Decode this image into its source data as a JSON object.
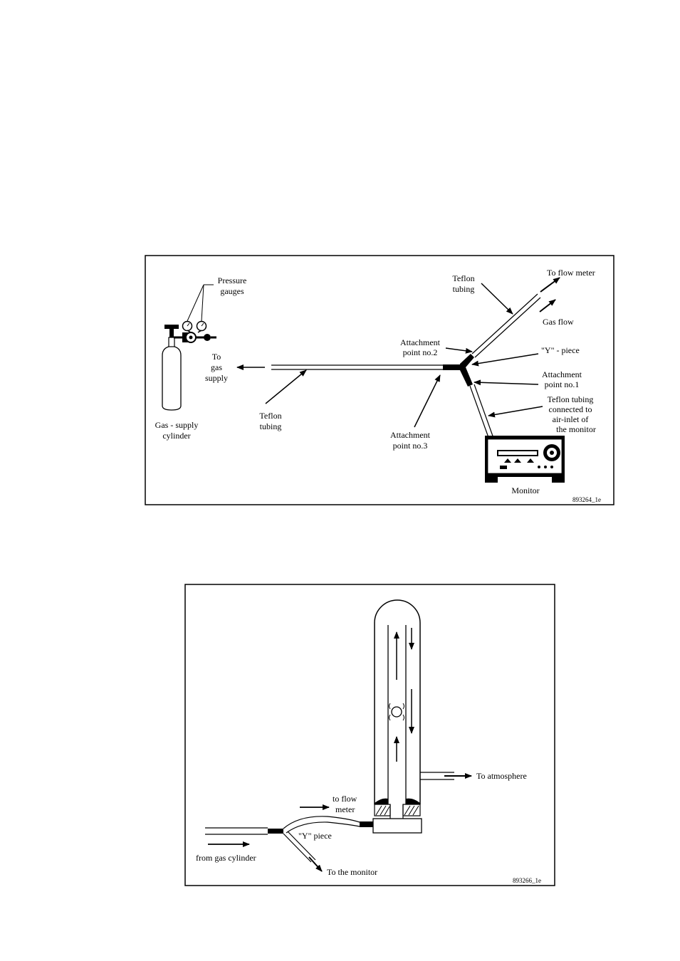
{
  "diagram1": {
    "pressure_gauges": [
      "Pressure",
      "gauges"
    ],
    "to_gas_supply": [
      "To",
      "gas",
      "supply"
    ],
    "cylinder_label": [
      "Gas - supply",
      "cylinder"
    ],
    "teflon_left": [
      "Teflon",
      "tubing"
    ],
    "teflon_top": [
      "Teflon",
      "tubing"
    ],
    "to_flow_meter": "To flow meter",
    "gas_flow": "Gas flow",
    "attach2": [
      "Attachment",
      "point no.2"
    ],
    "y_piece": "\"Y\" - piece",
    "attach1": [
      "Attachment",
      "point no.1"
    ],
    "teflon_monitor": [
      "Teflon tubing",
      "connected to",
      "air-inlet of",
      "the monitor"
    ],
    "attach3": [
      "Attachment",
      "point no.3"
    ],
    "monitor": "Monitor",
    "figure_id": "893264_1e"
  },
  "diagram2": {
    "to_atmosphere": "To atmosphere",
    "to_flow_meter": [
      "to flow",
      "meter"
    ],
    "y_piece": "\"Y\" piece",
    "from_gas_cylinder": "from gas cylinder",
    "to_the_monitor": "To the monitor",
    "figure_id": "893266_1e"
  }
}
